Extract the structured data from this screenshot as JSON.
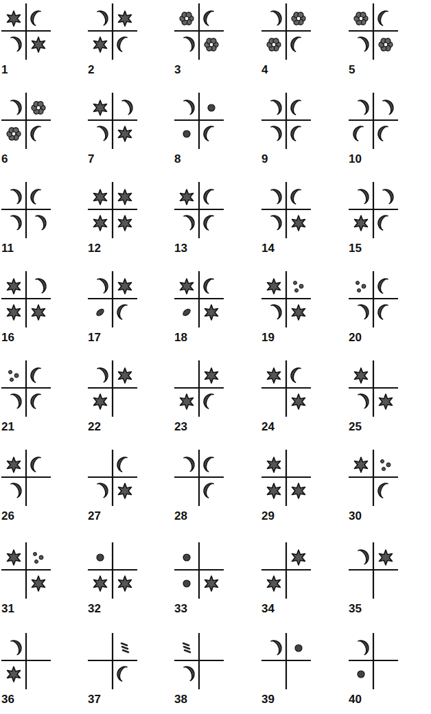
{
  "diagram": {
    "labels": [
      "1",
      "2",
      "3",
      "4",
      "5",
      "6",
      "7",
      "8",
      "9",
      "10",
      "11",
      "12",
      "13",
      "14",
      "15",
      "16",
      "17",
      "18",
      "19",
      "20",
      "21",
      "22",
      "23",
      "24",
      "25",
      "26",
      "27",
      "28",
      "29",
      "30",
      "31",
      "32",
      "33",
      "34",
      "35",
      "36",
      "37",
      "38",
      "39",
      "40"
    ]
  }
}
